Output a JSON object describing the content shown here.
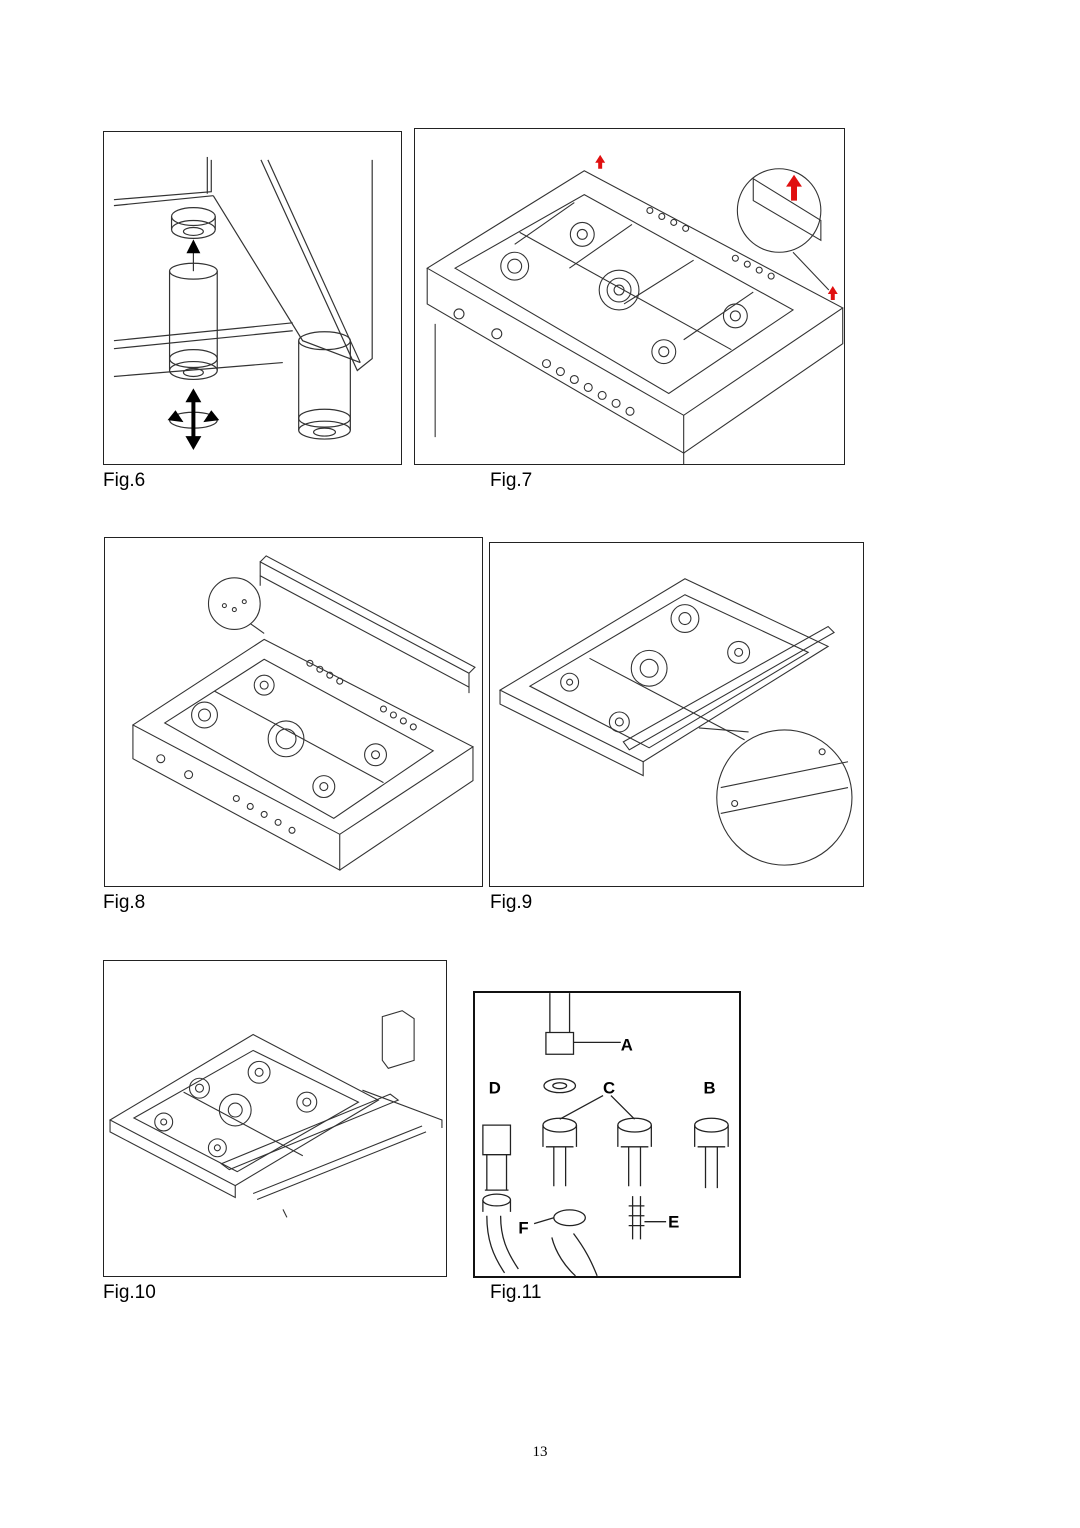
{
  "figures": {
    "fig6": {
      "caption": "Fig.6"
    },
    "fig7": {
      "caption": "Fig.7"
    },
    "fig8": {
      "caption": "Fig.8"
    },
    "fig9": {
      "caption": "Fig.9"
    },
    "fig10": {
      "caption": "Fig.10"
    },
    "fig11": {
      "caption": "Fig.11",
      "labels": {
        "a": "A",
        "b": "B",
        "c": "C",
        "d": "D",
        "e": "E",
        "f": "F"
      }
    }
  },
  "colors": {
    "arrow_red": "#e01010",
    "line": "#333333"
  },
  "page_number": "13"
}
